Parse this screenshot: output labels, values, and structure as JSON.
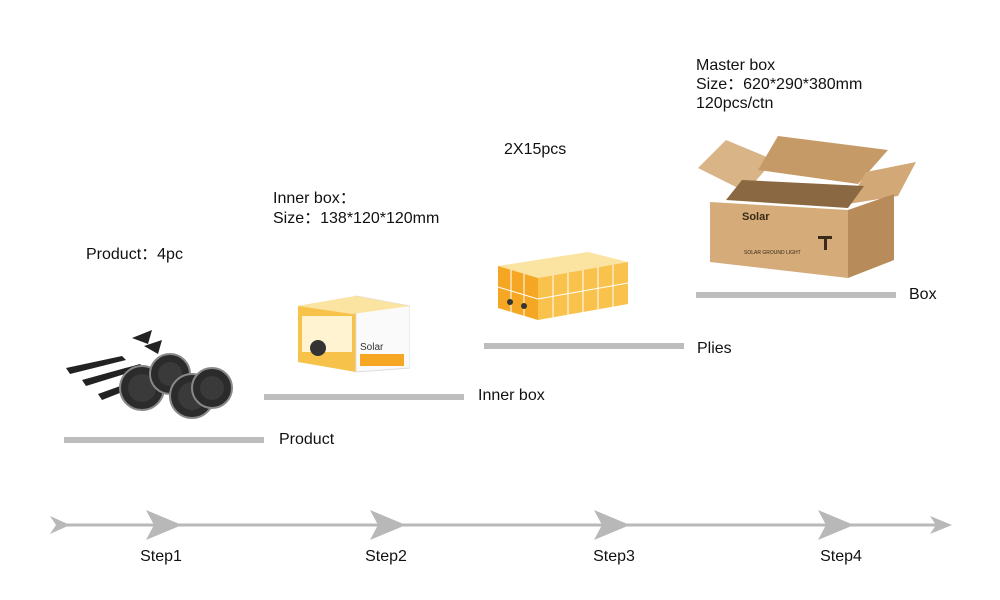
{
  "product": {
    "caption": "Product：4pc",
    "level_label": "Product"
  },
  "inner_box": {
    "caption_line1": "Inner box：",
    "caption_line2": "Size：138*120*120mm",
    "level_label": "Inner box",
    "brand": "Solar"
  },
  "plies": {
    "caption": "2X15pcs",
    "level_label": "Plies"
  },
  "master_box": {
    "caption_line1": "Master box",
    "caption_line2": "Size：620*290*380mm",
    "caption_line3": "120pcs/ctn",
    "level_label": "Box",
    "brand": "Solar",
    "print_text": "SOLAR GROUND LIGHT"
  },
  "timeline": {
    "steps": [
      "Step1",
      "Step2",
      "Step3",
      "Step4"
    ]
  },
  "colors": {
    "bar": "#bdbdbd",
    "arrow": "#b8b8b8",
    "box_yellow": "#f5a623",
    "cardboard": "#c9a072"
  }
}
